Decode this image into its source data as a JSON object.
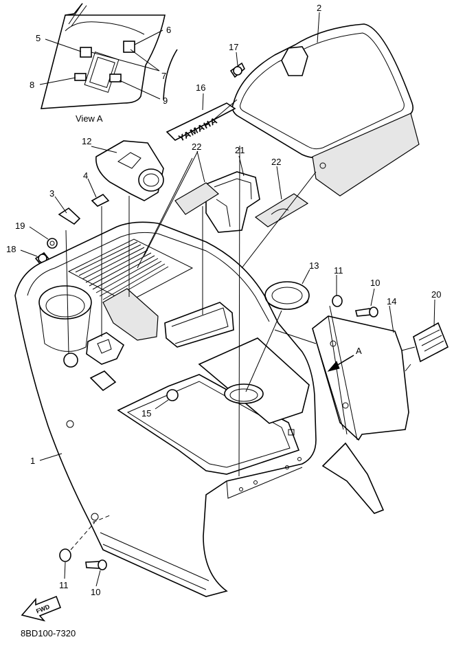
{
  "view_label": "View A",
  "diagram_code": "8BD100-7320",
  "fwd_label": "FWD",
  "decal_text": "YAMAHA",
  "arrow_label": "A",
  "callouts": [
    "1",
    "2",
    "3",
    "4",
    "5",
    "6",
    "7",
    "8",
    "9",
    "10",
    "10",
    "11",
    "11",
    "12",
    "13",
    "14",
    "15",
    "16",
    "17",
    "18",
    "19",
    "20",
    "21",
    "22",
    "22"
  ]
}
